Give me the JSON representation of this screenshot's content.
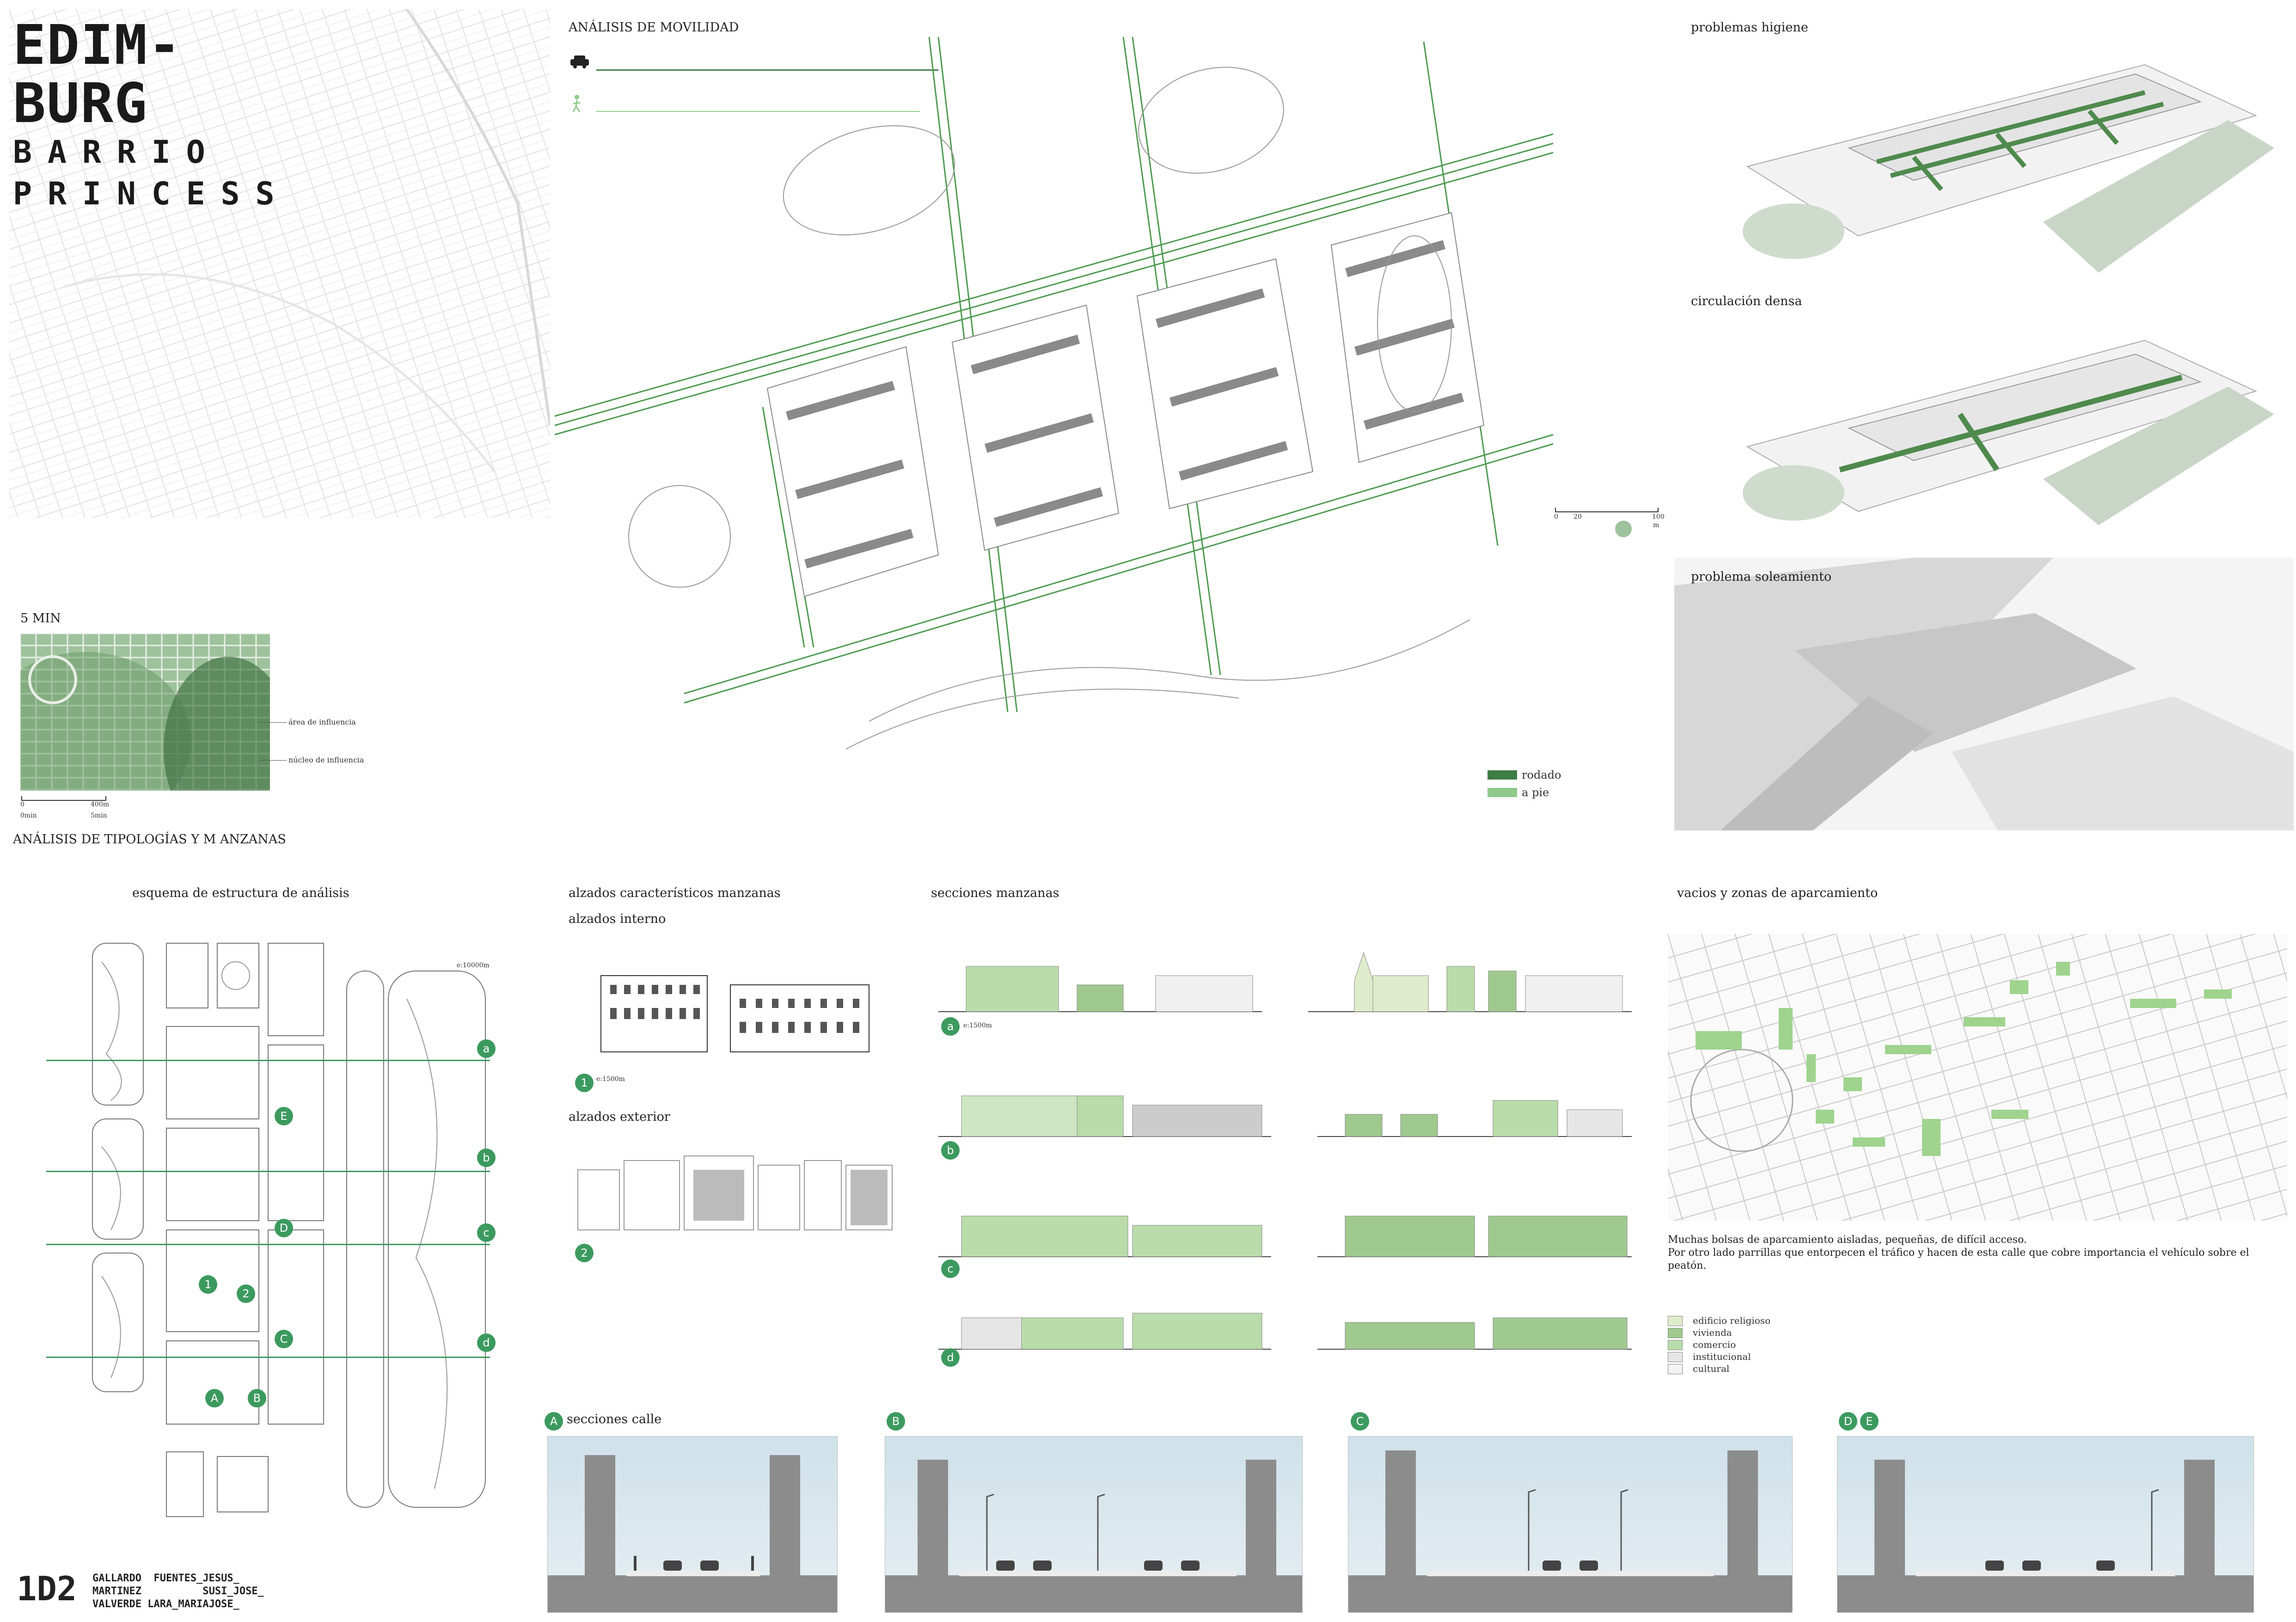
{
  "title": {
    "line1": "EDIM-",
    "line2": "BURG",
    "line3": "BARRIO",
    "line4": "PRINCESS"
  },
  "mobility": {
    "heading": "ANÁLISIS DE MOVILIDAD",
    "legend": [
      {
        "label": "rodado",
        "color": "#3f7d45"
      },
      {
        "label": "a pie",
        "color": "#8fc98b"
      }
    ],
    "scale_labels": [
      "0",
      "20",
      "100"
    ],
    "scale_unit": "m"
  },
  "influence": {
    "heading": "5 MIN",
    "area_label": "área de influencia",
    "nucleus_label": "núcleo de influencia",
    "scale_0": "0",
    "scale_400": "400m",
    "time_0": "0min",
    "time_5": "5min"
  },
  "right_panels": {
    "hygiene": "problemas higiene",
    "circulation": "circulación densa",
    "sunlight": "problema soleamiento"
  },
  "typologies": {
    "heading": "ANÁLISIS DE TIPOLOGÍAS Y M ANZANAS",
    "scheme_heading": "esquema de estructura de análisis",
    "scheme_scale": "e:10000m",
    "markers_right": [
      "a",
      "b",
      "c",
      "d"
    ],
    "markers_inner": [
      "E",
      "D",
      "1",
      "2",
      "C",
      "A",
      "B"
    ]
  },
  "elevations": {
    "heading": "alzados característicos manzanas",
    "interior": "alzados interno",
    "exterior": "alzados exterior",
    "marker1": "1",
    "marker2": "2",
    "scale": "e:1500m"
  },
  "sections": {
    "heading": "secciones manzanas",
    "markers": [
      "a",
      "b",
      "c",
      "d"
    ],
    "scale": "e:1500m"
  },
  "parking": {
    "heading": "vacios y zonas de aparcamiento",
    "text_line1": "Muchas bolsas de aparcamiento aisladas, pequeñas, de difícil acceso.",
    "text_line2": "Por otro lado parrillas que entorpecen el tráfico y hacen de esta calle que cobre importancia el vehículo sobre el peatón.",
    "legend": [
      {
        "label": "edificio religioso",
        "color": "#dfeccb"
      },
      {
        "label": "vivienda",
        "color": "#9fc98e"
      },
      {
        "label": "comercio",
        "color": "#b9dcaa"
      },
      {
        "label": "institucional",
        "color": "#e6e6e6"
      },
      {
        "label": "cultural",
        "color": "#f3f3f3"
      }
    ]
  },
  "street_sections": {
    "heading": "secciones calle",
    "markers": [
      "A",
      "B",
      "C",
      "D",
      "E"
    ]
  },
  "credits": {
    "code": "1D2",
    "line1": "GALLARDO  FUENTES_JESUS_",
    "line2": "MARTINEZ          SUSI_JOSE_",
    "line3": "VALVERDE LARA_MARIAJOSE_"
  }
}
